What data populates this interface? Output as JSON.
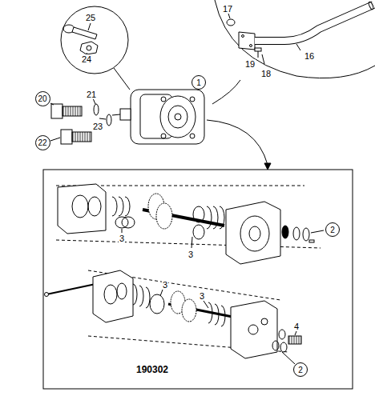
{
  "diagram": {
    "nodes": [
      {
        "text": [
          "1"
        ]
      },
      {
        "text": [
          "20"
        ]
      },
      {
        "text": [
          "22"
        ]
      },
      {
        "text": [
          "2"
        ]
      },
      {
        "text": [
          "2"
        ]
      }
    ],
    "labels": [
      "25",
      "24",
      "17",
      "16",
      "19",
      "18",
      "21",
      "23",
      "3",
      "3",
      "3",
      "3",
      "4",
      "190302"
    ]
  }
}
